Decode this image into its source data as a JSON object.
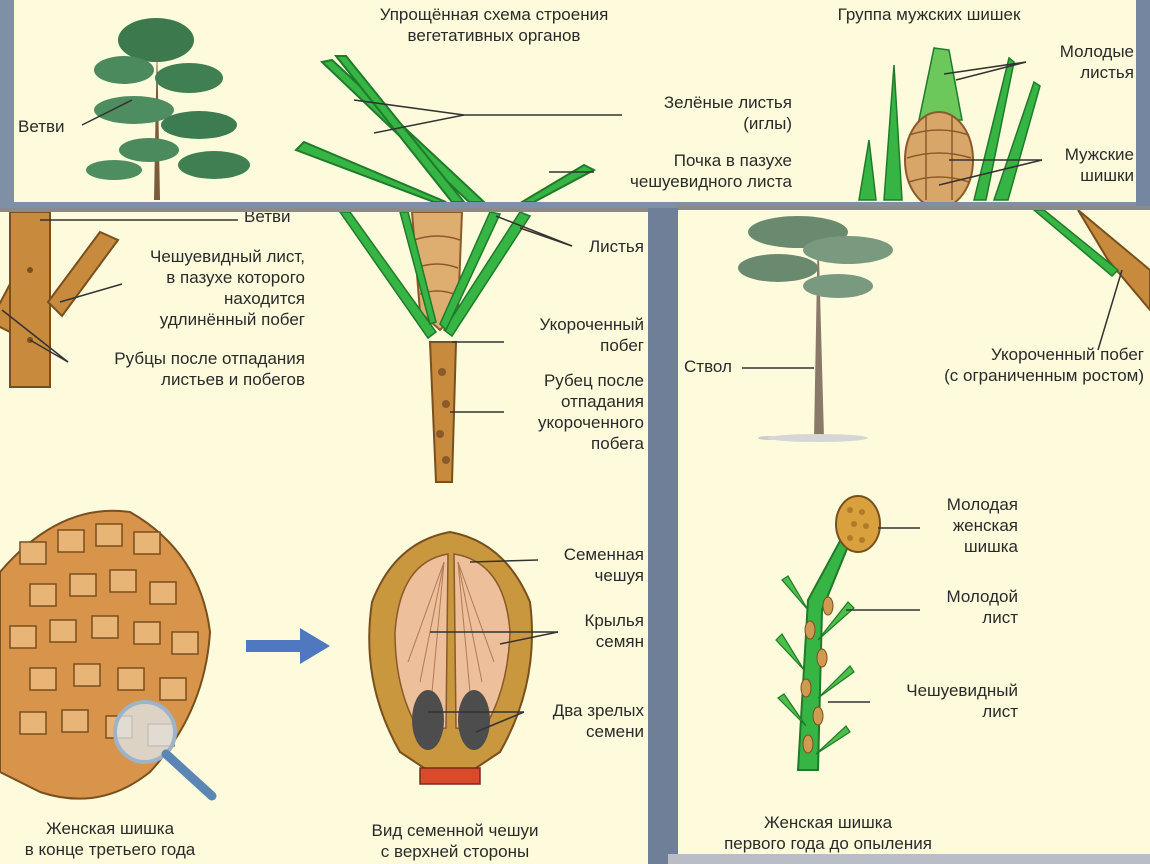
{
  "top": {
    "title": "Упрощённая схема строения\nвегетативных органов",
    "male_group_title": "Группа мужских шишек",
    "labels": {
      "branches": "Ветви",
      "green_leaves": "Зелёные листья\n(иглы)",
      "bud": "Почка в пазухе\nчешуевидного листа",
      "young_leaves": "Молодые\nлистья",
      "male_cones": "Мужские\nшишки"
    }
  },
  "left": {
    "labels": {
      "branches": "Ветви",
      "scale_leaf": "Чешуевидный лист,\nв пазухе которого\nнаходится\nудлинённый побег",
      "scars": "Рубцы после отпадания\nлистьев и побегов",
      "leaves": "Листья",
      "short_shoot": "Укороченный\nпобег",
      "scar_short_shoot": "Рубец после\nотпадания\nукороченного\nпобега",
      "seed_scale": "Семенная\nчешуя",
      "seed_wings": "Крылья\nсемян",
      "two_seeds": "Два зрелых\nсемени",
      "female_cone_caption": "Женская шишка\nв конце третьего года",
      "scale_view_caption": "Вид семенной чешуи\nс верхней стороны"
    }
  },
  "right": {
    "labels": {
      "trunk": "Ствол",
      "short_shoot_limited": "Укороченный побег\n(с ограниченным ростом)",
      "young_female_cone": "Молодая\nженская\nшишка",
      "young_leaf": "Молодой\nлист",
      "scale_leaf": "Чешуевидный\nлист",
      "female_cone_caption": "Женская шишка\nпервого года до опыления"
    }
  },
  "colors": {
    "background": "#fdfbdc",
    "needle_green": "#2fa83a",
    "wood_brown": "#c88a3c",
    "cone_tan": "#d8a869",
    "arrow_blue": "#4f78c0",
    "leader_line": "#333333"
  }
}
